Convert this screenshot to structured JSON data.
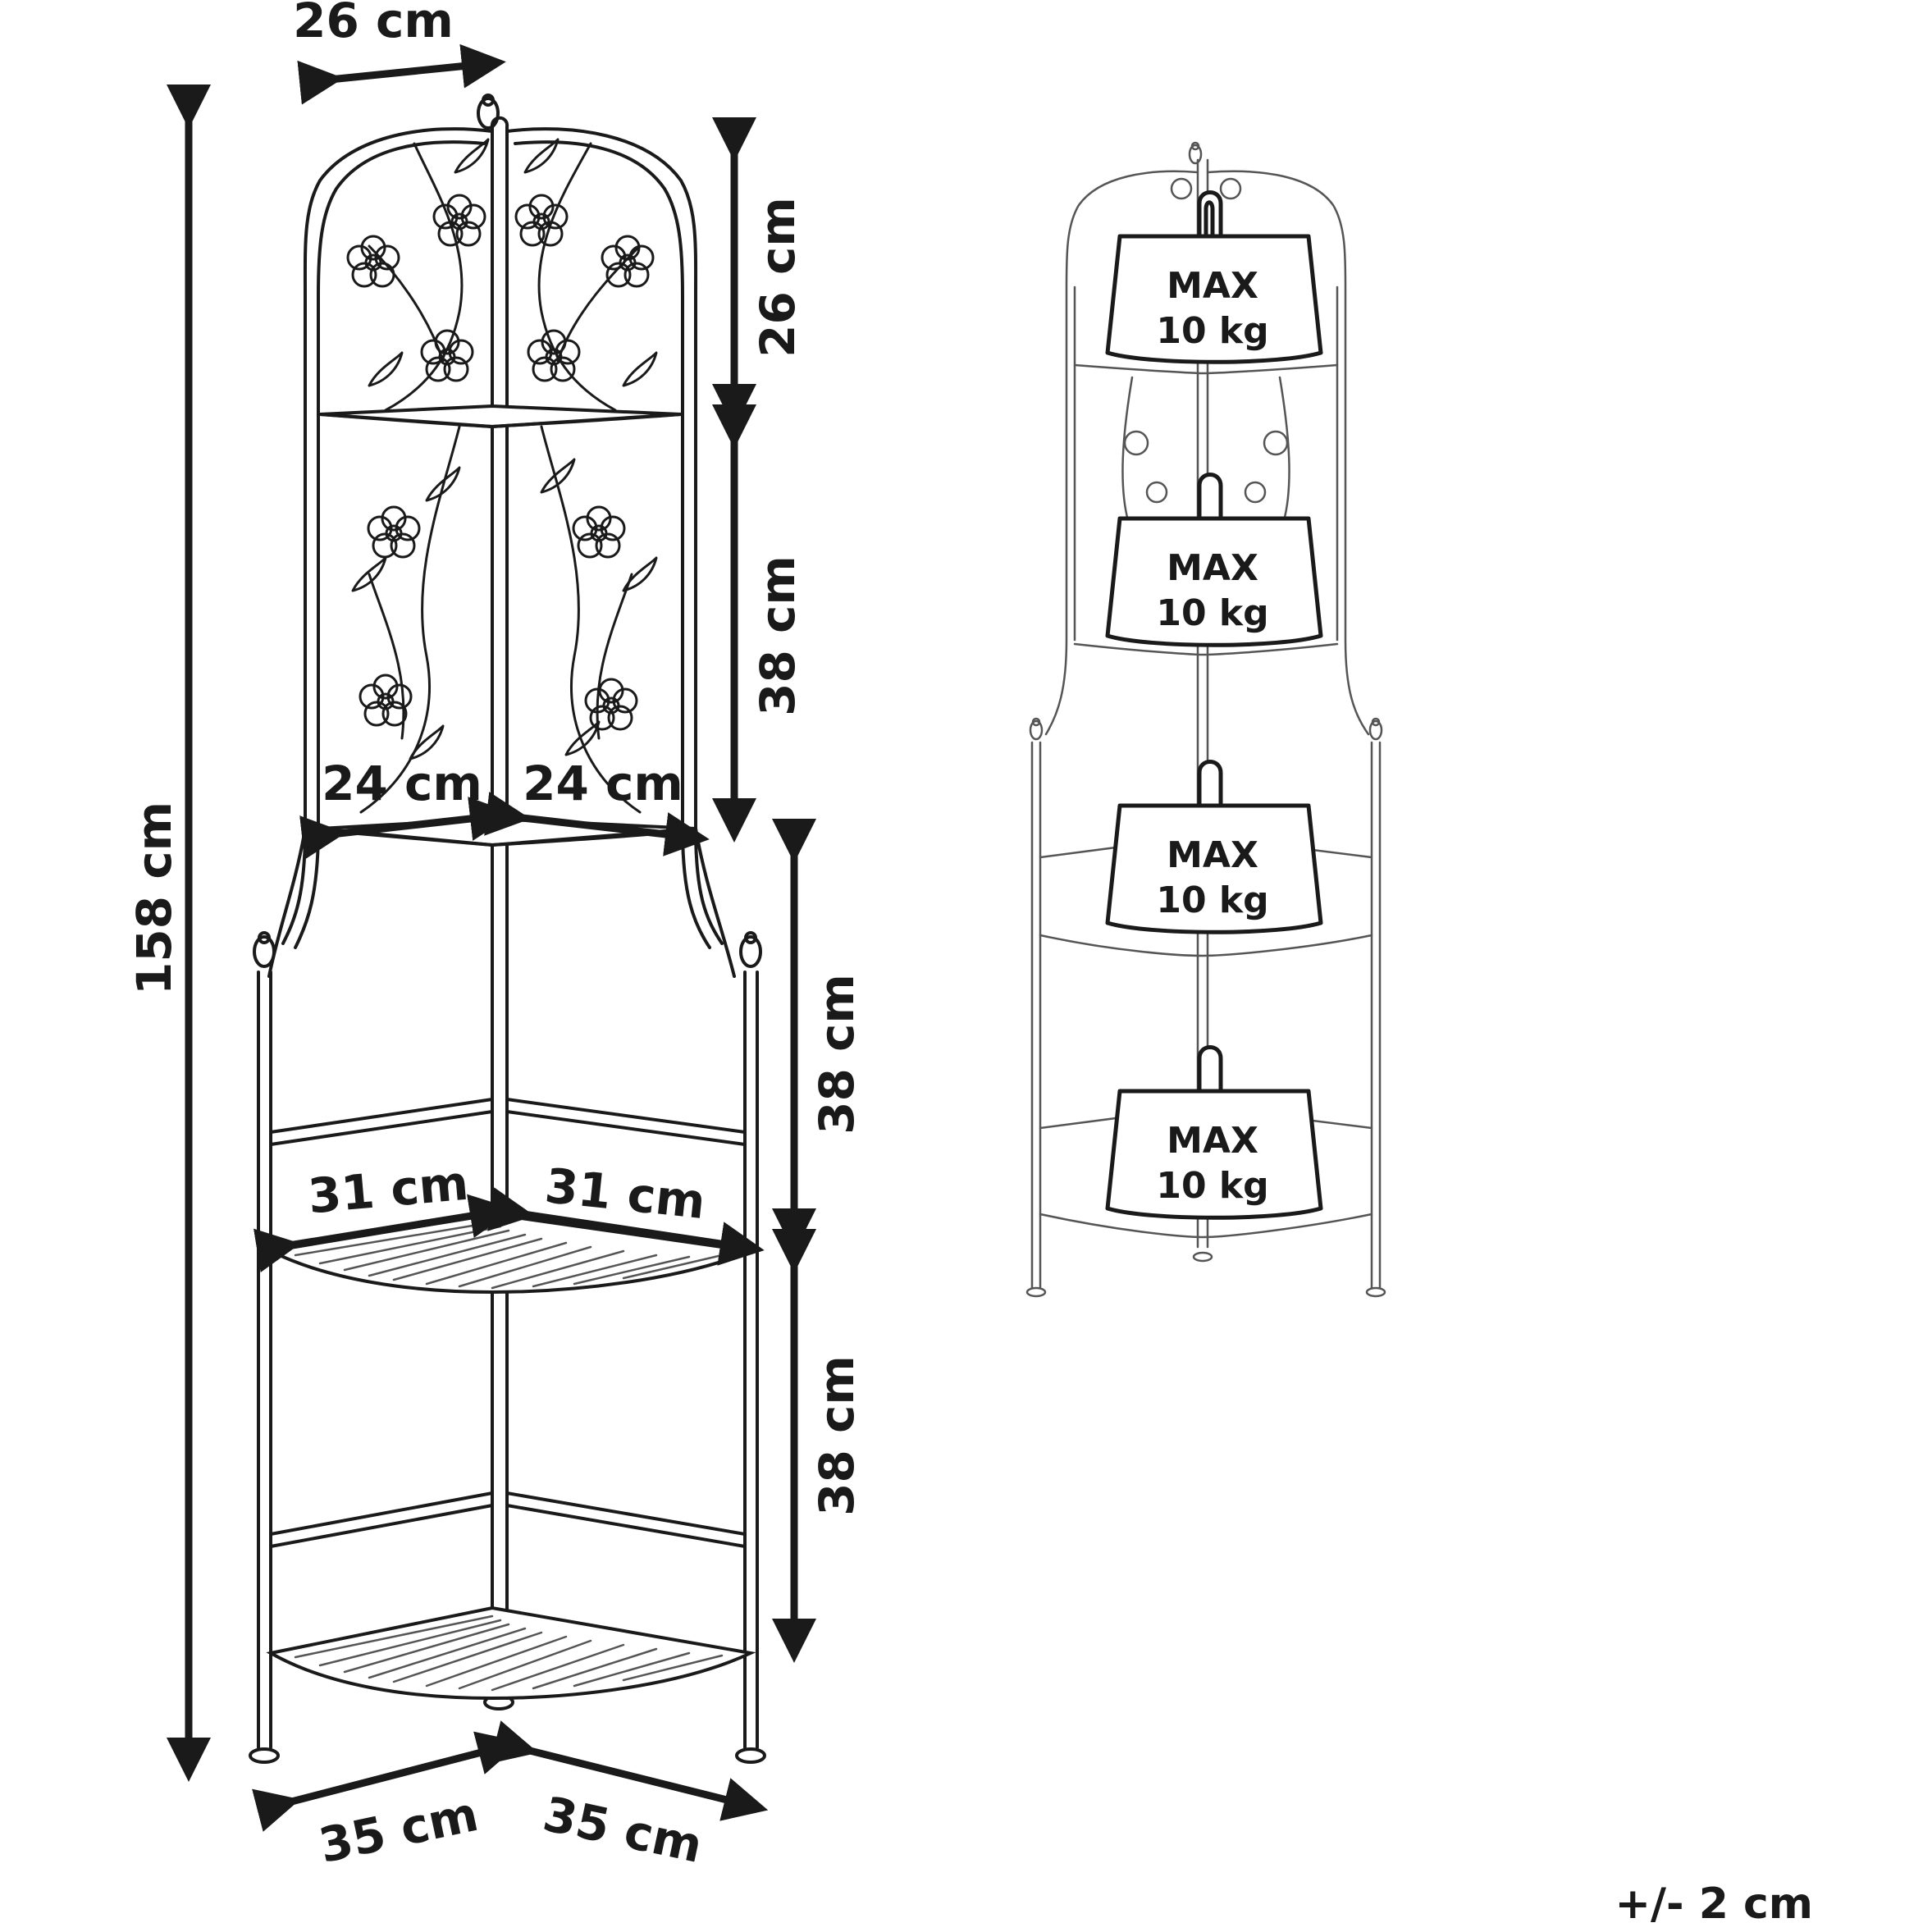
{
  "dimensions": {
    "top_depth": "26 cm",
    "total_height": "158 cm",
    "top_section_height": "26 cm",
    "second_section_height": "38 cm",
    "third_section_height": "38 cm",
    "bottom_section_height": "38 cm",
    "upper_shelf_left": "24 cm",
    "upper_shelf_right": "24 cm",
    "middle_shelf_left": "31 cm",
    "middle_shelf_right": "31 cm",
    "base_left": "35 cm",
    "base_right": "35 cm"
  },
  "weights": [
    {
      "max": "MAX",
      "kg": "10 kg"
    },
    {
      "max": "MAX",
      "kg": "10 kg"
    },
    {
      "max": "MAX",
      "kg": "10 kg"
    },
    {
      "max": "MAX",
      "kg": "10 kg"
    }
  ],
  "tolerance": "+/- 2 cm"
}
